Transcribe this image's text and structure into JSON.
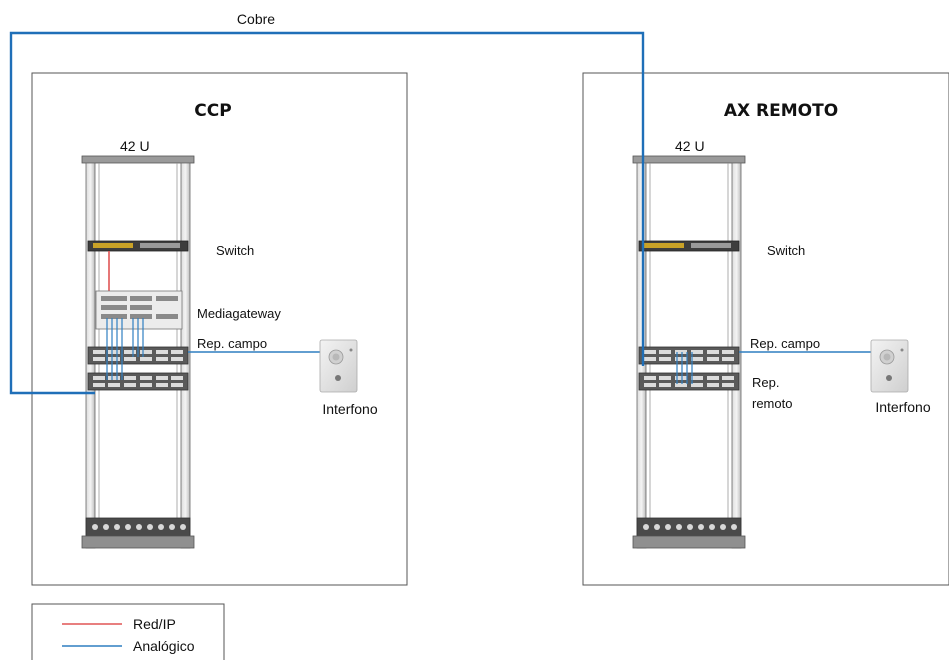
{
  "cable_label": "Cobre",
  "sites": {
    "ccp": {
      "title": "CCP",
      "rack_units": "42 U",
      "switch_label": "Switch",
      "gateway_label": "Mediagateway",
      "campo_label": "Rep. campo",
      "intercom_label": "Interfono"
    },
    "remote": {
      "title": "AX REMOTO",
      "rack_units": "42 U",
      "switch_label": "Switch",
      "campo_label": "Rep. campo",
      "remote_label_line1": "Rep.",
      "remote_label_line2": "remoto",
      "intercom_label": "Interfono"
    }
  },
  "legend": {
    "items": [
      {
        "label": "Red/IP",
        "color": "#e05555"
      },
      {
        "label": "Analógico",
        "color": "#2f7fc1"
      }
    ]
  },
  "colors": {
    "red_ip": "#e05555",
    "analog": "#2f7fc1",
    "cable": "#1f6fb8"
  }
}
